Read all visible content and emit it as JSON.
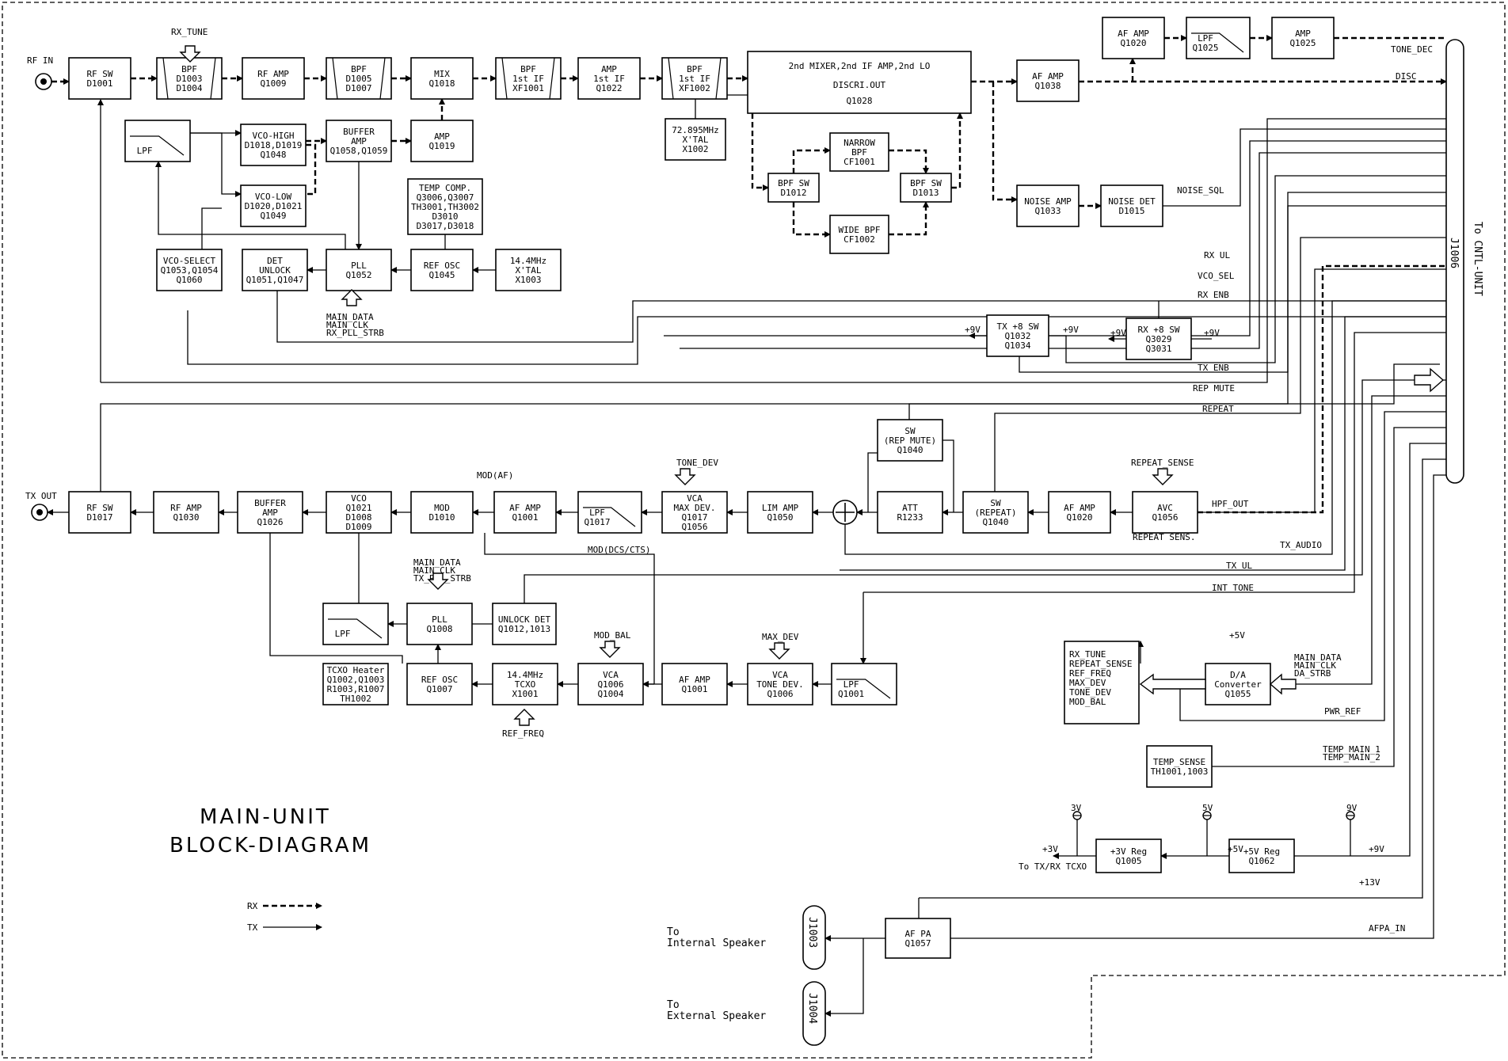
{
  "title": {
    "line1": "MAIN-UNIT",
    "line2": "BLOCK-DIAGRAM"
  },
  "legend": {
    "rx": "RX",
    "tx": "TX"
  },
  "ports": {
    "rf_in": "RF IN",
    "tx_out": "TX OUT"
  },
  "connector": {
    "label": "To CNTL-UNIT",
    "ref": "J1006"
  },
  "speakers": {
    "internal": {
      "line1": "To",
      "line2": "Internal Speaker",
      "jack": "J1003"
    },
    "external": {
      "line1": "To",
      "line2": "External Speaker",
      "jack": "J1004"
    }
  },
  "blocks": {
    "rf_sw_rx": [
      "RF SW",
      "D1001"
    ],
    "bpf1": [
      "BPF",
      "D1003",
      "D1004"
    ],
    "rf_amp_rx": [
      "RF AMP",
      "Q1009"
    ],
    "bpf2": [
      "BPF",
      "D1005",
      "D1007"
    ],
    "mix": [
      "MIX",
      "Q1018"
    ],
    "bpf_if1": [
      "BPF",
      "1st IF",
      "XF1001"
    ],
    "amp_if1": [
      "AMP",
      "1st IF",
      "Q1022"
    ],
    "bpf_if2": [
      "BPF",
      "1st IF",
      "XF1002"
    ],
    "mixer2": [
      "2nd MIXER,2nd IF AMP,2nd LO",
      "DISCRI.OUT",
      "Q1028"
    ],
    "xtal_72": [
      "72.895MHz",
      "X'TAL",
      "X1002"
    ],
    "af_amp_top": [
      "AF AMP",
      "Q1020"
    ],
    "lpf_top": [
      "LPF",
      "Q1025"
    ],
    "amp_top": [
      "AMP",
      "Q1025"
    ],
    "af_amp_disc": [
      "AF AMP",
      "Q1038"
    ],
    "narrow_bpf": [
      "NARROW",
      "BPF",
      "CF1001"
    ],
    "wide_bpf": [
      "WIDE BPF",
      "CF1002"
    ],
    "bpf_sw_a": [
      "BPF SW",
      "D1012"
    ],
    "bpf_sw_b": [
      "BPF SW",
      "D1013"
    ],
    "noise_amp": [
      "NOISE AMP",
      "Q1033"
    ],
    "noise_det": [
      "NOISE DET",
      "D1015"
    ],
    "lpf_rx": [
      "LPF"
    ],
    "vco_high": [
      "VCO-HIGH",
      "D1018,D1019",
      "Q1048"
    ],
    "vco_low": [
      "VCO-LOW",
      "D1020,D1021",
      "Q1049"
    ],
    "buffer_amp_rx": [
      "BUFFER",
      "AMP",
      "Q1058,Q1059"
    ],
    "amp_q1019": [
      "AMP",
      "Q1019"
    ],
    "temp_comp": [
      "TEMP COMP.",
      "Q3006,Q3007",
      "TH3001,TH3002",
      "D3010",
      "D3017,D3018"
    ],
    "vco_select": [
      "VCO-SELECT",
      "Q1053,Q1054",
      "Q1060"
    ],
    "det_unlock": [
      "DET",
      "UNLOCK",
      "Q1051,Q1047"
    ],
    "pll_rx": [
      "PLL",
      "Q1052"
    ],
    "ref_osc_rx": [
      "REF OSC",
      "Q1045"
    ],
    "xtal_14": [
      "14.4MHz",
      "X'TAL",
      "X1003"
    ],
    "tx_8_sw": [
      "TX +8 SW",
      "Q1032",
      "Q1034"
    ],
    "rx_8_sw": [
      "RX +8 SW",
      "Q3029",
      "Q3031"
    ],
    "sw_rep_mute": [
      "SW",
      "(REP MUTE)",
      "Q1040"
    ],
    "att": [
      "ATT",
      "R1233"
    ],
    "sw_repeat": [
      "SW",
      "(REPEAT)",
      "Q1040"
    ],
    "af_amp_q1020b": [
      "AF AMP",
      "Q1020"
    ],
    "avc": [
      "AVC",
      "Q1056"
    ],
    "lim_amp": [
      "LIM AMP",
      "Q1050"
    ],
    "vca_max": [
      "VCA",
      "MAX DEV.",
      "Q1017",
      "Q1056"
    ],
    "lpf_q1017": [
      "LPF",
      "Q1017"
    ],
    "af_amp_q1001": [
      "AF AMP",
      "Q1001"
    ],
    "mod": [
      "MOD",
      "D1010"
    ],
    "vco_tx": [
      "VCO",
      "Q1021",
      "D1008",
      "D1009"
    ],
    "buffer_amp_tx": [
      "BUFFER",
      "AMP",
      "Q1026"
    ],
    "rf_amp_tx": [
      "RF AMP",
      "Q1030"
    ],
    "rf_sw_tx": [
      "RF SW",
      "D1017"
    ],
    "lpf_tx": [
      "LPF"
    ],
    "pll_tx": [
      "PLL",
      "Q1008"
    ],
    "unlock_det": [
      "UNLOCK DET",
      "Q1012,1013"
    ],
    "tcxo_heater": [
      "TCXO Heater",
      "Q1002,Q1003",
      "R1003,R1007",
      "TH1002"
    ],
    "ref_osc_tx": [
      "REF OSC",
      "Q1007"
    ],
    "tcxo": [
      "14.4MHz",
      "TCXO",
      "X1001"
    ],
    "vca_bal": [
      "VCA",
      "Q1006",
      "Q1004"
    ],
    "af_amp_q1001b": [
      "AF AMP",
      "Q1001"
    ],
    "vca_tone": [
      "VCA",
      "TONE DEV.",
      "Q1006"
    ],
    "lpf_q1001": [
      "LPF",
      "Q1001"
    ],
    "dac_list": [
      "RX_TUNE",
      "REPEAT_SENSE",
      "REF_FREQ",
      "MAX_DEV",
      "TONE_DEV",
      "MOD_BAL"
    ],
    "da_conv": [
      "D/A",
      "Converter",
      "Q1055"
    ],
    "temp_sense": [
      "TEMP_SENSE",
      "TH1001,1003"
    ],
    "reg3": [
      "+3V Reg",
      "Q1005"
    ],
    "reg5": [
      "+5V Reg",
      "Q1062"
    ],
    "af_pa": [
      "AF PA",
      "Q1057"
    ]
  },
  "signals": {
    "rx_tune": "RX_TUNE",
    "tone_dec": "TONE_DEC",
    "disc": "DISC",
    "noise_sql": "NOISE_SQL",
    "rx_ul": "RX UL",
    "vco_sel": "VCO_SEL",
    "rx_enb": "RX ENB",
    "tx_enb": "TX ENB",
    "rep_mute": "REP MUTE",
    "repeat": "REPEAT",
    "hpf_out": "HPF_OUT",
    "tx_audio": "TX_AUDIO",
    "tx_ul": "TX UL",
    "int_tone": "INT TONE",
    "mod_af": "MOD(AF)",
    "mod_dcs": "MOD(DCS/CTS)",
    "tone_dev": "TONE_DEV",
    "repeat_sense": "REPEAT_SENSE",
    "repeat_sens": "REPEAT SENS.",
    "main_data": "MAIN_DATA",
    "main_clk": "MAIN_CLK",
    "rx_pll_strb": "RX_PLL_STRB",
    "tx_pll_strb": "TX_PLL_STRB",
    "mod_bal": "MOD_BAL",
    "max_dev": "MAX_DEV",
    "ref_freq": "REF_FREQ",
    "da_strb": "DA_STRB",
    "pwr_ref": "PWR_REF",
    "temp_main_1": "TEMP_MAIN_1",
    "temp_main_2": "TEMP_MAIN_2",
    "p5v_top": "+5V",
    "p9v": "+9V",
    "p13v": "+13V",
    "p3v": "+3V",
    "p5v": "+5V",
    "afpa_in": "AFPA_IN",
    "to_tcxo": "To TX/RX TCXO",
    "v3": "3V",
    "v5": "5V",
    "v9": "9V"
  }
}
